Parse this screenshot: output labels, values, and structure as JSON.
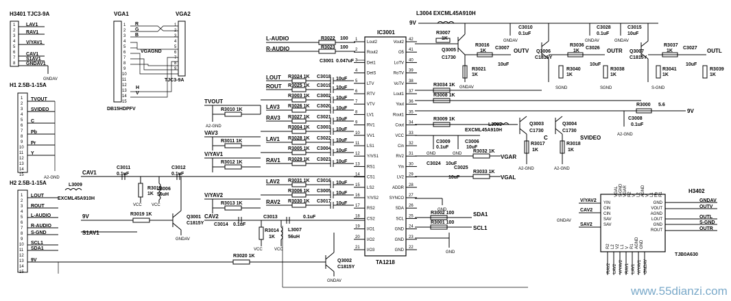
{
  "connectors": {
    "h3401": {
      "label": "H3401  TJC3-9A",
      "pins": [
        "LAV1",
        "RAV1",
        "V/YAV1",
        "CAV1",
        "S1AV1",
        "GNDAV1"
      ],
      "gnd": "GNDAV"
    },
    "vga": {
      "label1": "VGA1",
      "label2": "VGA2",
      "part1": "DB15HDPFV",
      "part2": "TJC3-9A",
      "signals": [
        "R",
        "G",
        "B",
        "VGAGND",
        "H",
        "V"
      ]
    },
    "h1": {
      "label": "H1  2.5B-1-15A",
      "pins": [
        "TVOUT",
        "SVIDEO",
        "C",
        "Pb",
        "Pr",
        "Y"
      ],
      "gnd": "A2-GND"
    },
    "h2": {
      "label": "H2  2.5B-1-15A",
      "pins": [
        "LOUT",
        "ROUT",
        "L-AUDIO",
        "R-AUDIO",
        "S-GND",
        "SCL1",
        "SDA1",
        "9V"
      ]
    }
  },
  "ic3001": {
    "ref": "IC3001",
    "part": "TA1218",
    "left_pins": [
      {
        "n": "1",
        "name": "Lout2"
      },
      {
        "n": "2",
        "name": "Rout2"
      },
      {
        "n": "3",
        "name": "Det1"
      },
      {
        "n": "4",
        "name": "DetS"
      },
      {
        "n": "5",
        "name": "LTV"
      },
      {
        "n": "6",
        "name": "RTV"
      },
      {
        "n": "7",
        "name": "VTV"
      },
      {
        "n": "8",
        "name": "LV1"
      },
      {
        "n": "9",
        "name": "RV1"
      },
      {
        "n": "10",
        "name": "VV1"
      },
      {
        "n": "11",
        "name": "LS1"
      },
      {
        "n": "12",
        "name": "Y/VS1"
      },
      {
        "n": "13",
        "name": "RS1"
      },
      {
        "n": "14",
        "name": "CS1"
      },
      {
        "n": "15",
        "name": "LS2"
      },
      {
        "n": "16",
        "name": "Y/VS2"
      },
      {
        "n": "17",
        "name": "RS2"
      },
      {
        "n": "18",
        "name": "CS2"
      },
      {
        "n": "19",
        "name": "I/O1"
      },
      {
        "n": "20",
        "name": "I/O2"
      },
      {
        "n": "21",
        "name": "I/O3"
      }
    ],
    "right_pins": [
      {
        "n": "42",
        "name": "Vout2"
      },
      {
        "n": "41",
        "name": "O5"
      },
      {
        "n": "40",
        "name": "LoTV"
      },
      {
        "n": "39",
        "name": "RoTV"
      },
      {
        "n": "38",
        "name": "VoTV"
      },
      {
        "n": "37",
        "name": "Lout1"
      },
      {
        "n": "36",
        "name": "Yout"
      },
      {
        "n": "35",
        "name": "Rout1"
      },
      {
        "n": "34",
        "name": "Cout"
      },
      {
        "n": "33",
        "name": "VCC"
      },
      {
        "n": "32",
        "name": "Cin"
      },
      {
        "n": "31",
        "name": "RV2"
      },
      {
        "n": "30",
        "name": "Yin"
      },
      {
        "n": "29",
        "name": "LV2"
      },
      {
        "n": "28",
        "name": "ADDR"
      },
      {
        "n": "27",
        "name": "SYNCO"
      },
      {
        "n": "26",
        "name": "SDA"
      },
      {
        "n": "25",
        "name": "SCL"
      },
      {
        "n": "24",
        "name": "GND"
      },
      {
        "n": "23",
        "name": "GND"
      },
      {
        "n": "22",
        "name": "GND"
      }
    ]
  },
  "left_parts": [
    {
      "ref": "R3022",
      "val": "100",
      "net": "L-AUDIO"
    },
    {
      "ref": "R3023",
      "val": "100",
      "net": "R-AUDIO"
    },
    {
      "ref": "C3001",
      "val": "0.047uF"
    },
    {
      "ref": "R3024",
      "val": "1K",
      "cap": "C3018",
      "cval": "10uF",
      "net": "LOUT"
    },
    {
      "ref": "R3025",
      "val": "1K",
      "cap": "C3019",
      "cval": "10uF",
      "net": "ROUT"
    },
    {
      "ref": "R3003",
      "val": "1K",
      "cap": "C3002",
      "cval": "10uF"
    },
    {
      "ref": "R3026",
      "val": "1K",
      "cap": "C3020",
      "cval": "10uF",
      "net": "LAV3"
    },
    {
      "ref": "R3027",
      "val": "1K",
      "cap": "C3021",
      "cval": "10uF",
      "net": "RAV3"
    },
    {
      "ref": "R3004",
      "val": "1K",
      "cap": "C3003",
      "cval": "10uF"
    },
    {
      "ref": "R3028",
      "val": "1K",
      "cap": "C3022",
      "cval": "10uF",
      "net": "LAV1"
    },
    {
      "ref": "R3005",
      "val": "1K",
      "cap": "C3004",
      "cval": "10uF"
    },
    {
      "ref": "R3029",
      "val": "1K",
      "cap": "C3023",
      "cval": "10uF",
      "net": "RAV1"
    },
    {
      "ref": "R3031",
      "val": "1K",
      "cap": "C3016",
      "cval": "10uF",
      "net": "LAV2"
    },
    {
      "ref": "R3006",
      "val": "1K",
      "cap": "C3005",
      "cval": "10uF"
    },
    {
      "ref": "R3030",
      "val": "1K",
      "cap": "C3017",
      "cval": "10uF",
      "net": "RAV2"
    }
  ],
  "misc_labels": {
    "tvout": "TVOUT",
    "r3010": "R3010 1K",
    "a2gnd": "A2-GND",
    "vav3": "VAV3",
    "r3011": "R3011 1K",
    "vyav1": "V/YAV1",
    "r3012": "R3012 1K",
    "vyav2": "V/YAV2",
    "r3013": "R3013 1K",
    "cav1": "CAV1",
    "c3011": "C3011",
    "c3011v": "0.1uF",
    "c3012": "C3012",
    "c3012v": "0.1uF",
    "l3009": "L3009",
    "l3009v": "EXCML45A910H",
    "r3015": "R3015",
    "r3015v": "1K",
    "l3006": "L3006",
    "l3006v": "56uH",
    "vcc": "VCC",
    "nine_v": "9V",
    "r3019": "R3019 1K",
    "q3001": "Q3001",
    "q3001v": "C1815Y",
    "gndav": "GNDAV",
    "s1av1": "S1AV1",
    "cav2": "CAV2",
    "c3014": "C3014",
    "c3014v": "0.1uF",
    "c3013": "C3013",
    "c3013v": "0.1uF",
    "r3014": "R3014",
    "r3014v": "1K",
    "l3007": "L3007",
    "l3007v": "56uH",
    "r3020": "R3020 1K",
    "q3002": "Q3002",
    "q3002v": "C1815Y",
    "sda1": "SDA1",
    "scl1": "SCL1",
    "r3002": "R3002 100",
    "r3001": "R3001 100",
    "gnd": "GND",
    "c3025": "C3025",
    "c3025v": "10uF",
    "c3024": "C3024",
    "c3024v": "10uF",
    "c3009": "C3009",
    "c3009v": "0.1uF",
    "c3006": "C3006",
    "c3006v": "10uF",
    "r3032": "R3032 1K",
    "vgar": "VGAR",
    "r3033": "R3033 1K",
    "vgal": "VGAL"
  },
  "output_stage": {
    "l3004": "L3004  EXCML45A910H",
    "nine_v": "9V",
    "c3010": "C3010",
    "c3010v": "0.1uF",
    "c3010g": "GNDAV",
    "r3007": "R3007",
    "r3007v": "1K",
    "q3005": "Q3005",
    "q3005v": "C1730",
    "r3016": "R3016",
    "r3016v": "1K",
    "c3007": "C3007",
    "c3007v": "10uF",
    "outv": "OUTV",
    "r3021": "R3021",
    "r3021v": "1K",
    "gndav": "GNDAV",
    "c3028": "C3028",
    "c3028v": "0.1uF",
    "c3015": "C3015",
    "c3015v": "10uF",
    "q3006": "Q3006",
    "q3006v": "C1815Y",
    "r3036": "R3036",
    "r3036v": "1K",
    "c3026": "C3026",
    "c3026v": "10uF",
    "outr": "OUTR",
    "r3040": "R3040",
    "r3040v": "1K",
    "r3038": "R3038",
    "r3038v": "1K",
    "sgnd": "SGND",
    "q3007": "Q3007",
    "q3007v": "C1815Y",
    "r3037": "R3037",
    "r3037v": "1K",
    "c3027": "C3027",
    "c3027v": "10uF",
    "outl": "OUTL",
    "r3041": "R3041",
    "r3041v": "1K",
    "r3039": "R3039",
    "r3039v": "1K",
    "s_gnd": "S-GND",
    "r3034": "R3034 1K",
    "r3008": "R3008 1K",
    "r3000": "R3000",
    "r3000v": "5.6",
    "c3008": "C3008",
    "c3008v": "0.1uF",
    "a2gnd": "A2-GND",
    "r3009": "R3009 1K",
    "l3003": "L3003",
    "l3003v": "EXCML45A910H",
    "q3003": "Q3003",
    "q3003v": "C1730",
    "q3004": "Q3004",
    "q3004v": "C1730",
    "c_lbl": "C",
    "svideo": "SVIDEO",
    "r3017": "R3017",
    "r3017v": "1K",
    "r3018": "R3018",
    "r3018v": "1K"
  },
  "h3402": {
    "ref": "H3402",
    "part": "TJB0A630",
    "left_pins": [
      "YIN",
      "CIN",
      "CIN",
      "SAV",
      "SAV"
    ],
    "right_pins": [
      "GND",
      "VOUT",
      "AGND",
      "LOUT",
      "GND",
      "ROUT"
    ],
    "top_pins": [
      "VGAL",
      "S-GND",
      "VGAR",
      "R2",
      "V",
      "L2",
      "AGND",
      "V",
      "L1",
      "Pb",
      "R1"
    ],
    "bottom_pins": [
      "R2",
      "L2",
      "V2",
      "L1",
      "V",
      "R1",
      "AGND",
      "GND"
    ],
    "nets_left": [
      "V/YAV2",
      "CAV2",
      "SAV2",
      "GNDAV"
    ],
    "nets_right": [
      "GNDAV",
      "OUTV",
      "OUTL",
      "S-GND",
      "OUTR"
    ],
    "nets_bottom": [
      "RAV2",
      "LAV2",
      "V/YAV2",
      "RAV1",
      "LAV1",
      "V/YAV1",
      "GNDAV"
    ]
  },
  "watermark": "www.55dianzi.com"
}
